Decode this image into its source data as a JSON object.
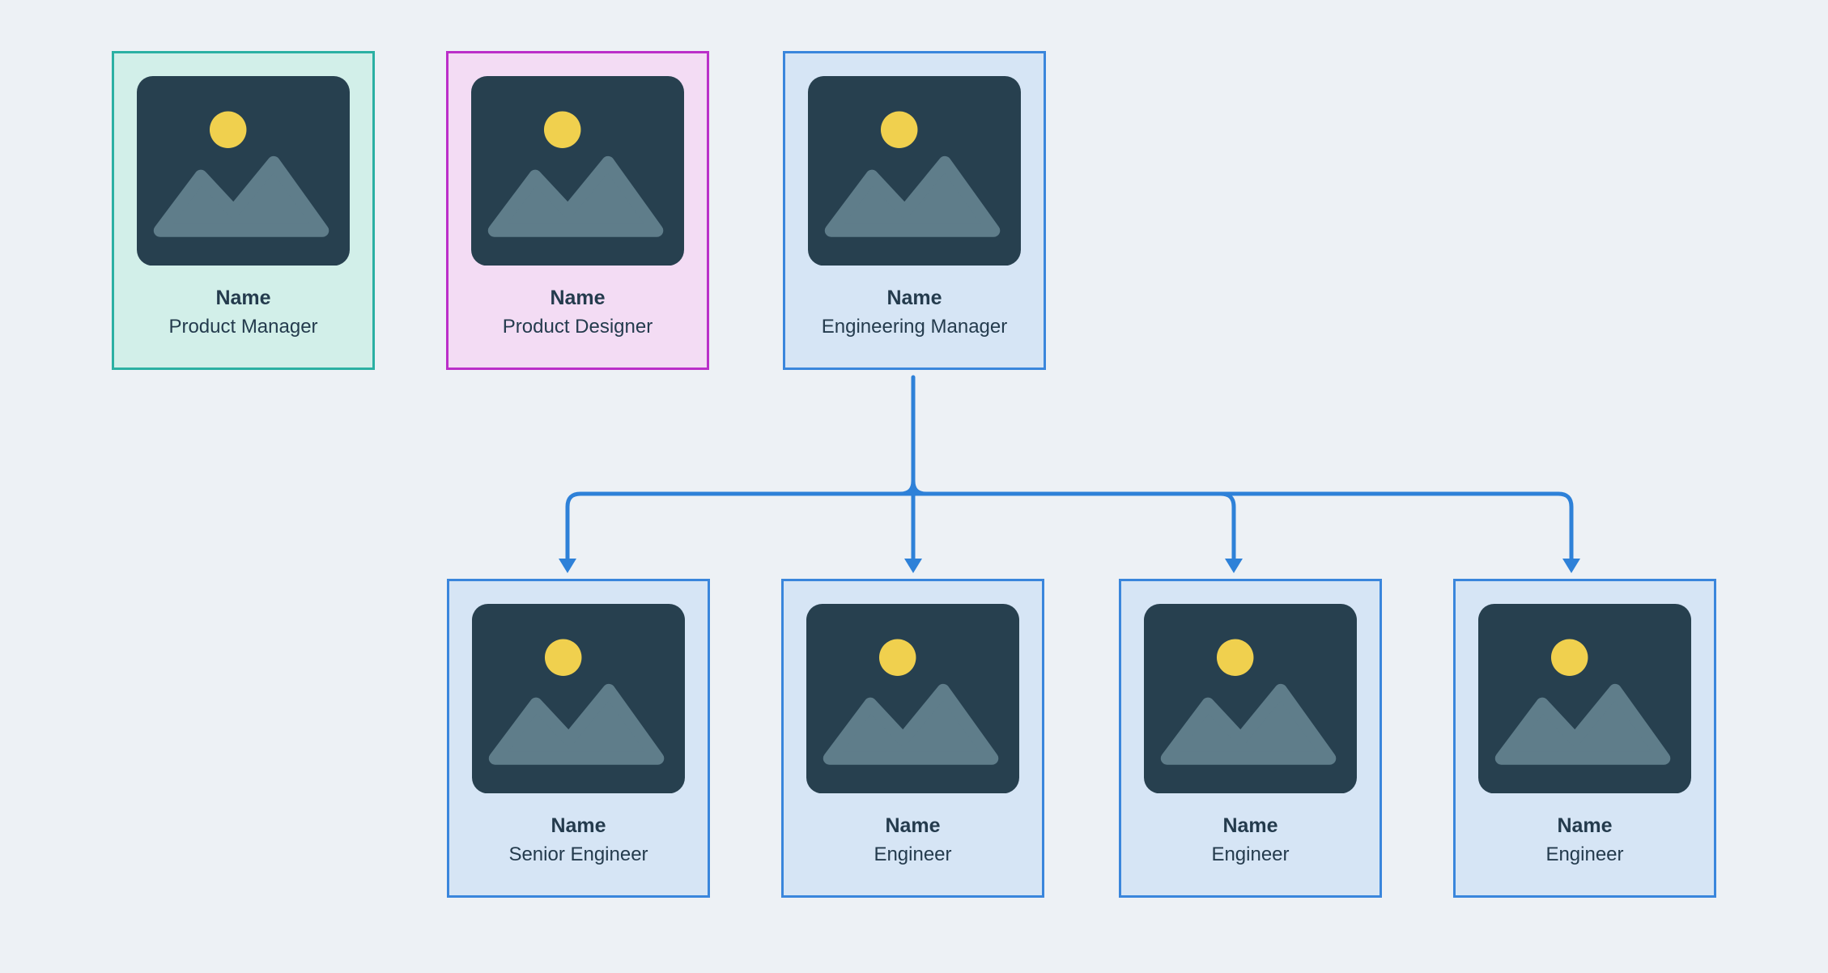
{
  "colors": {
    "page_bg": "#edf1f5",
    "text": "#243b4d",
    "connector": "#2e81d8",
    "thumb_bg": "#27404f",
    "sun": "#f0d04e",
    "mountain": "#5f7d8a"
  },
  "themes": {
    "teal": {
      "border": "#2bb0a3",
      "bg": "#d2efe9"
    },
    "magenta": {
      "border": "#bb2fc9",
      "bg": "#f3dcf4"
    },
    "blue": {
      "border": "#3a86dc",
      "bg": "#d6e5f5"
    }
  },
  "cards": [
    {
      "name": "Name",
      "role": "Product Manager",
      "theme": "teal"
    },
    {
      "name": "Name",
      "role": "Product Designer",
      "theme": "magenta"
    },
    {
      "name": "Name",
      "role": "Engineering Manager",
      "theme": "blue"
    },
    {
      "name": "Name",
      "role": "Senior Engineer",
      "theme": "blue"
    },
    {
      "name": "Name",
      "role": "Engineer",
      "theme": "blue"
    },
    {
      "name": "Name",
      "role": "Engineer",
      "theme": "blue"
    },
    {
      "name": "Name",
      "role": "Engineer",
      "theme": "blue"
    }
  ]
}
